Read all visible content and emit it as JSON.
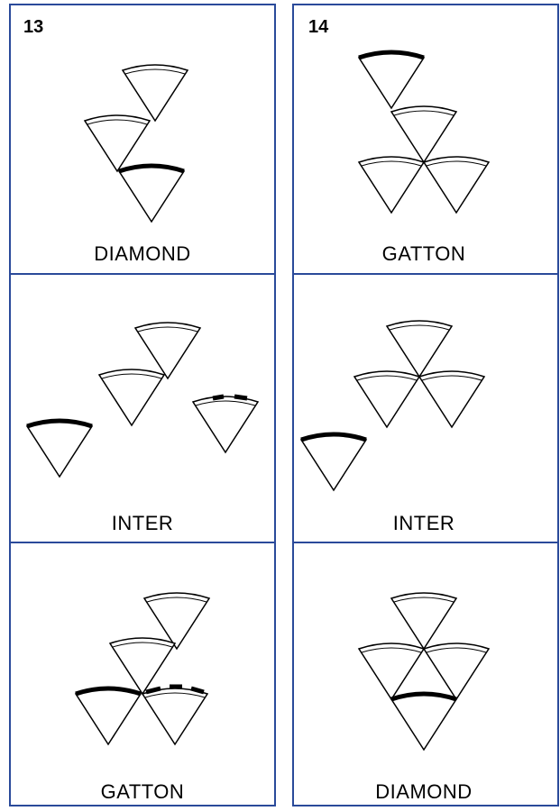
{
  "colors": {
    "border": "#2a4a9a",
    "outline": "#000000",
    "highlight": "#000000",
    "background": "#ffffff"
  },
  "columns": [
    {
      "number": "13",
      "cells": [
        {
          "label": "DIAMOND"
        },
        {
          "label": "INTER"
        },
        {
          "label": "GATTON"
        }
      ]
    },
    {
      "number": "14",
      "cells": [
        {
          "label": "GATTON"
        },
        {
          "label": "INTER"
        },
        {
          "label": "DIAMOND"
        }
      ]
    }
  ]
}
